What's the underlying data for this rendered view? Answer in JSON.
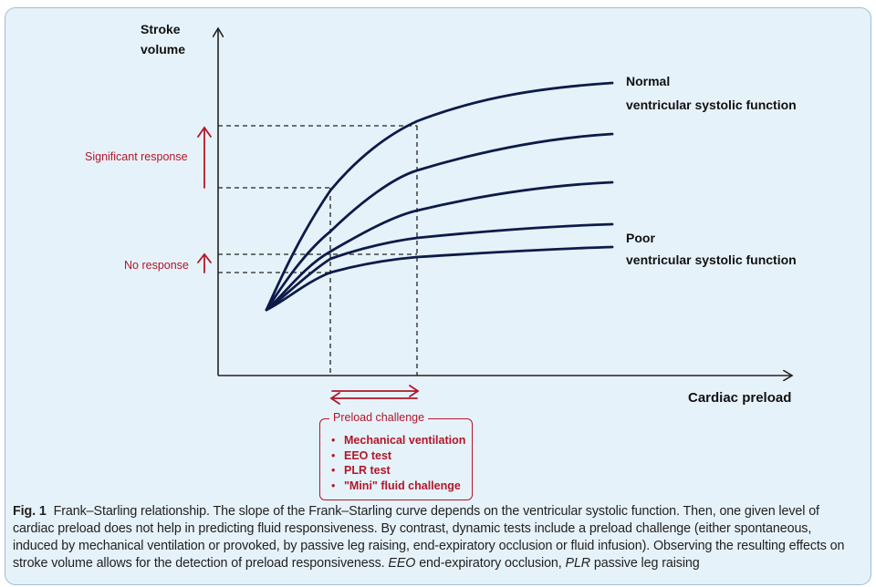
{
  "diagram": {
    "y_axis_label": [
      "Stroke",
      "volume"
    ],
    "x_axis_label": "Cardiac preload",
    "curve_top_label": [
      "Normal",
      "ventricular systolic function"
    ],
    "curve_bottom_label": [
      "Poor",
      "ventricular systolic function"
    ],
    "significant_response_label": "Significant response",
    "no_response_label": "No response",
    "curve_count": 5,
    "colors": {
      "curve": "#0d1b4a",
      "accent": "#b0172a",
      "background": "#e6f2f9"
    },
    "icons": [
      "up-arrow-icon",
      "double-arrow-icon",
      "bullet-icon"
    ]
  },
  "preload_challenge": {
    "title": "Preload challenge",
    "items": [
      "Mechanical ventilation",
      "EEO test",
      "PLR test",
      "\"Mini\" fluid challenge"
    ]
  },
  "caption": {
    "fig_no": "Fig. 1",
    "text_1": "Frank–Starling relationship. The slope of the Frank–Starling curve depends on the ventricular systolic function. Then, one given level of cardiac preload does not help in predicting fluid responsiveness. By contrast, dynamic tests include a preload challenge (either spontaneous, induced by mechanical ventilation or provoked, by passive leg raising, end-expiratory occlusion or fluid infusion). Observing the resulting effects on stroke volume allows for the detection of preload responsiveness.",
    "abbr_1": "EEO",
    "def_1": "end-expiratory occlusion,",
    "abbr_2": "PLR",
    "def_2": "passive leg raising"
  }
}
